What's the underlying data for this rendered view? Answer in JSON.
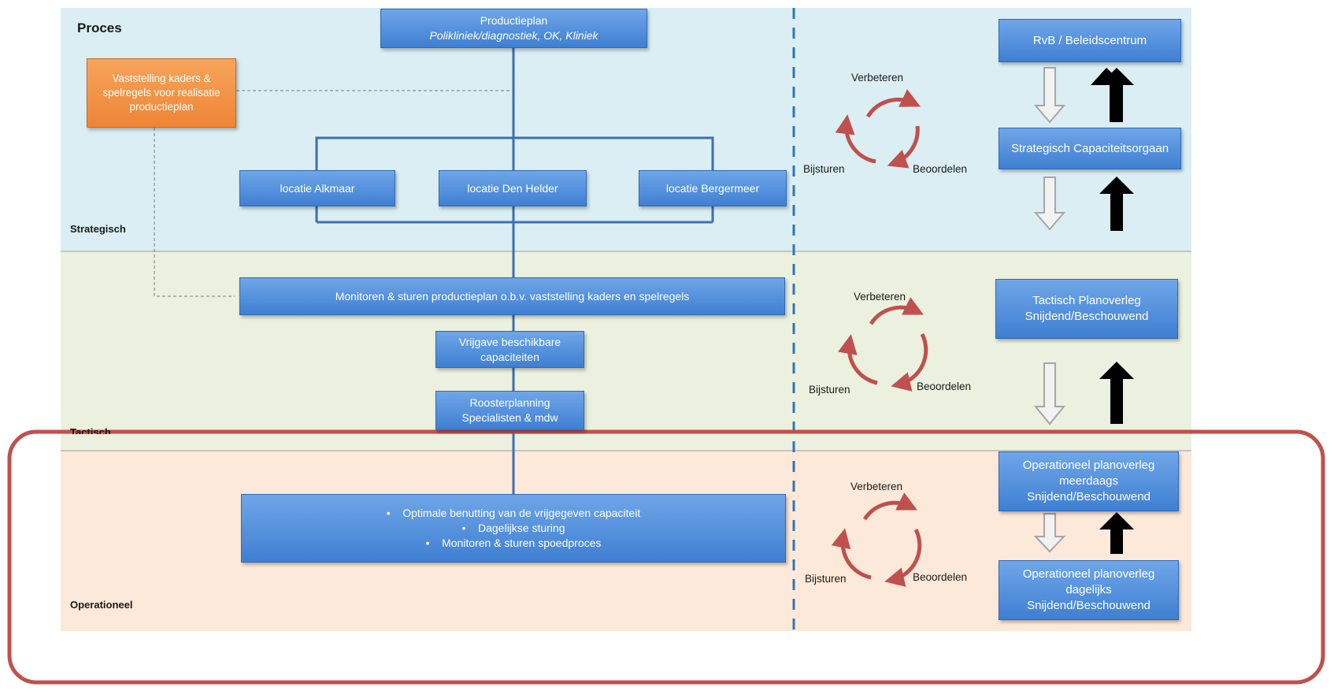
{
  "levels": {
    "strategic": "Strategisch",
    "tactical": "Tactisch",
    "operational": "Operationeel"
  },
  "process_label": "Proces",
  "boxes": {
    "productieplan": {
      "title": "Productieplan",
      "subtitle": "Polikliniek/diagnostiek, OK, Kliniek"
    },
    "vaststelling": "Vaststelling kaders & spelregels voor realisatie productieplan",
    "locatie_alkmaar": "locatie Alkmaar",
    "locatie_den_helder": "locatie Den Helder",
    "locatie_bergermeer": "locatie Bergermeer",
    "monitoren": "Monitoren & sturen productieplan o.b.v. vaststelling kaders  en spelregels",
    "vrijgave": "Vrijgave beschikbare capaciteiten",
    "roosterplanning": "Roosterplanning Specialisten & mdw",
    "operational_items": [
      "Optimale benutting van de vrijgegeven capaciteit",
      "Dagelijkse sturing",
      "Monitoren & sturen spoedproces"
    ]
  },
  "cycle": {
    "improve": "Verbeteren",
    "adjust": "Bijsturen",
    "assess": "Beoordelen"
  },
  "governance": {
    "rvb": "RvB / Beleidscentrum",
    "strategisch": "Strategisch Capaciteitsorgaan",
    "tactisch": "Tactisch Planoverleg Snijdend/Beschouwend",
    "oper_meerdaags": "Operationeel planoverleg meerdaags Snijdend/Beschouwend",
    "oper_dagelijks": "Operationeel planoverleg dagelijks Snijdend/Beschouwend"
  },
  "colors": {
    "box_blue": "#4f8fdc",
    "box_orange": "#f19040",
    "band_strategic": "#daeef3",
    "band_tactical": "#ebf1de",
    "band_operational": "#fde9d9",
    "cycle_arrow": "#c0504d",
    "highlight_border": "#c0504d",
    "divider": "#2e75b6"
  }
}
